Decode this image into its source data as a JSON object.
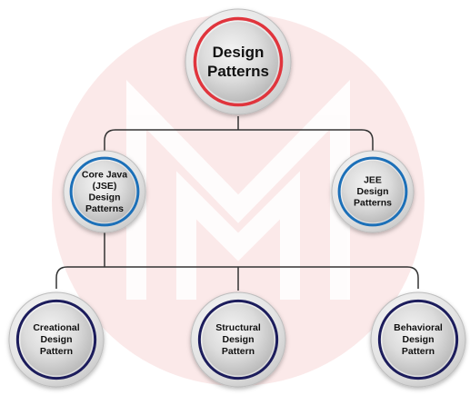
{
  "diagram": {
    "root": {
      "lines": [
        "Design",
        "Patterns"
      ],
      "ring_color": "#e0343c"
    },
    "level2": [
      {
        "id": "core-java",
        "lines": [
          "Core Java",
          "(JSE)",
          "Design",
          "Patterns"
        ],
        "ring_color": "#1f6fb8"
      },
      {
        "id": "jee",
        "lines": [
          "JEE",
          "Design",
          "Patterns"
        ],
        "ring_color": "#1f6fb8"
      }
    ],
    "level3": [
      {
        "id": "creational",
        "lines": [
          "Creational",
          "Design",
          "Pattern"
        ],
        "ring_color": "#1c1f5c"
      },
      {
        "id": "structural",
        "lines": [
          "Structural",
          "Design",
          "Pattern"
        ],
        "ring_color": "#1c1f5c"
      },
      {
        "id": "behavioral",
        "lines": [
          "Behavioral",
          "Design",
          "Pattern"
        ],
        "ring_color": "#1c1f5c"
      }
    ],
    "connector_color": "#333333",
    "watermark_color": "#fbe9e9"
  }
}
